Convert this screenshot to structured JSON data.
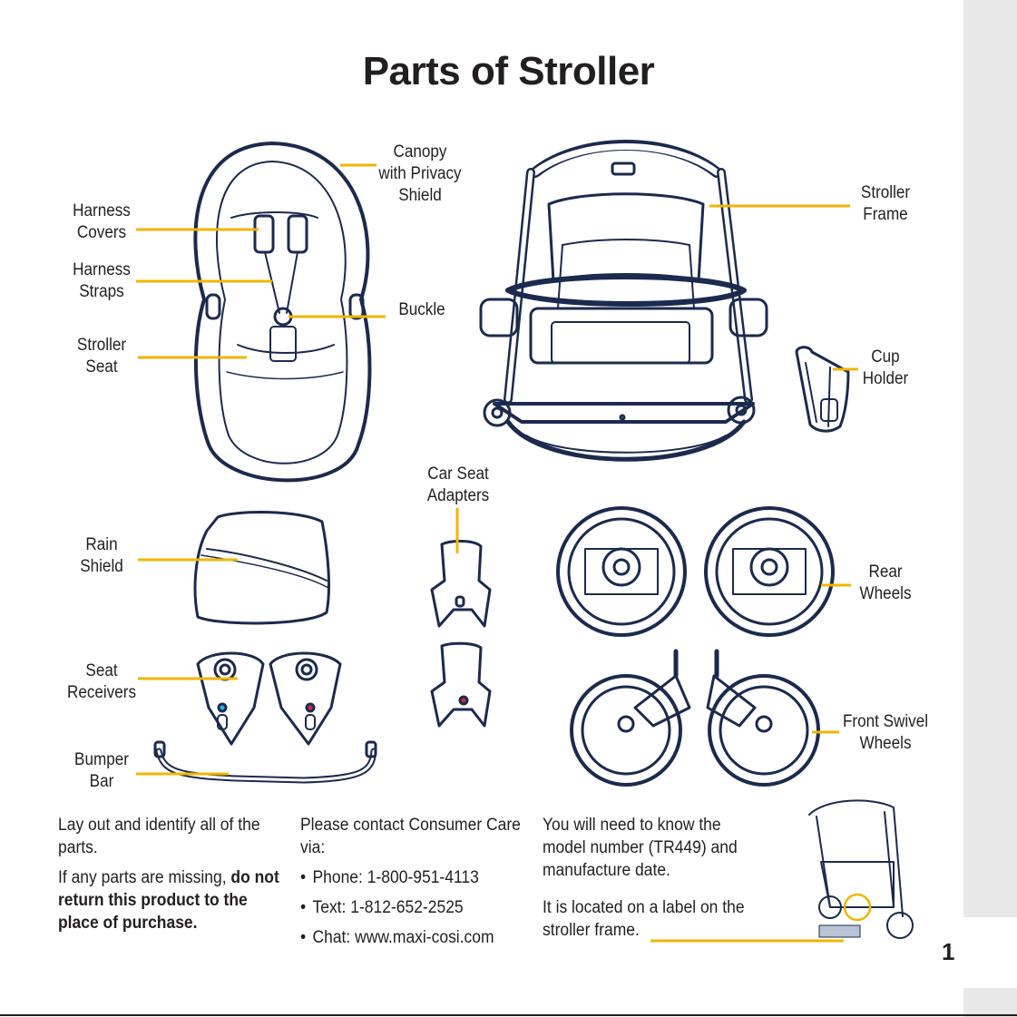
{
  "title": "Parts of Stroller",
  "page_number": "1",
  "labels": {
    "canopy": [
      "Canopy",
      "with Privacy",
      "Shield"
    ],
    "harness_covers": [
      "Harness",
      "Covers"
    ],
    "harness_straps": [
      "Harness",
      "Straps"
    ],
    "stroller_seat": [
      "Stroller",
      "Seat"
    ],
    "buckle": [
      "Buckle"
    ],
    "stroller_frame": [
      "Stroller",
      "Frame"
    ],
    "cup_holder": [
      "Cup",
      "Holder"
    ],
    "car_seat_adapters": [
      "Car Seat",
      "Adapters"
    ],
    "rain_shield": [
      "Rain",
      "Shield"
    ],
    "rear_wheels": [
      "Rear",
      "Wheels"
    ],
    "seat_receivers": [
      "Seat",
      "Receivers"
    ],
    "front_swivel_wheels": [
      "Front Swivel",
      "Wheels"
    ],
    "bumper_bar": [
      "Bumper",
      "Bar"
    ]
  },
  "col1": {
    "p1": "Lay out and identify all of the parts.",
    "p2_prefix": "If any parts are missing, ",
    "p2_bold": "do not return this product to the place of purchase."
  },
  "col2": {
    "intro": "Please contact Consumer Care via:",
    "items": [
      "Phone: 1-800-951-4113",
      "Text: 1-812-652-2525",
      "Chat: www.maxi-cosi.com"
    ]
  },
  "col3": {
    "p1": "You will need to know the model number (TR449) and manufacture date.",
    "p2": "It is located on a label on the stroller frame."
  },
  "colors": {
    "navy": "#1b2a4e",
    "leader": "#f2b500",
    "sidebar": "#e8e8e8",
    "label_patch": "#b9c4d6"
  }
}
